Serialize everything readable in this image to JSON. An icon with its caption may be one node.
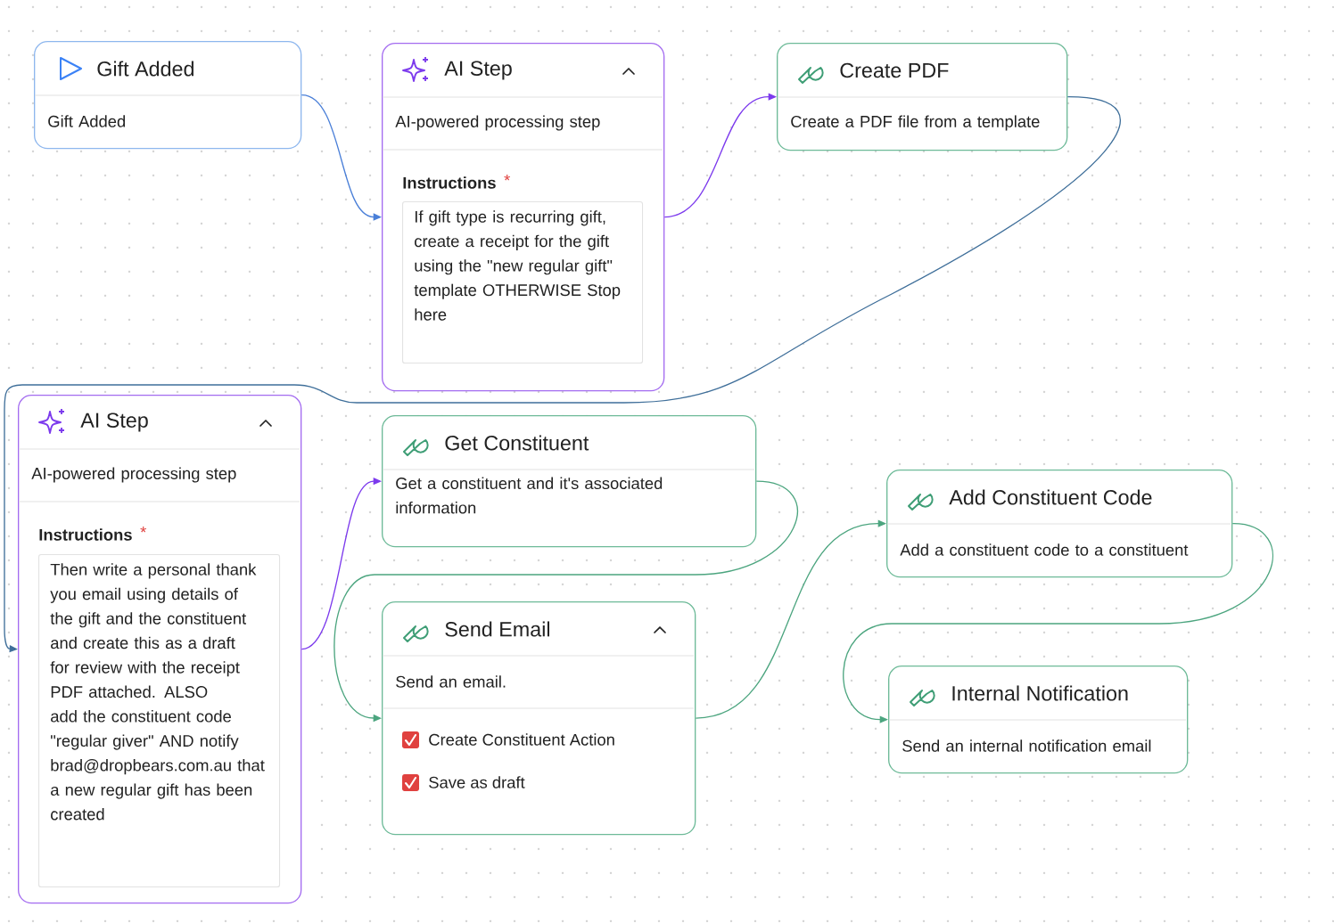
{
  "diagram": {
    "nodes": [
      {
        "text": [
          "Gift Added",
          "Gift Added"
        ]
      },
      {
        "text": [
          "AI Step",
          "AI-powered processing step",
          "Instructions",
          "*"
        ]
      },
      {
        "text": [
          "If gift type is recurring gift, create a receipt for the gift using the \"new regular gift\" template OTHERWISE Stop here"
        ],
        "in": 1
      },
      {
        "text": [
          "Create PDF",
          "Create a PDF file from a template"
        ]
      },
      {
        "text": [
          "AI Step",
          "AI-powered processing step",
          "Instructions",
          "*"
        ]
      },
      {
        "text": [
          "Then write a personal thank you email using details of the gift and the constituent and create this as a draft for review with the receipt PDF attached. ALSO add the constituent code \"regular giver\" AND notify brad@dropbears.com.au that a new regular gift has been created"
        ],
        "in": 4
      },
      {
        "text": [
          "Get Constituent",
          "Get a constituent and it's associated information"
        ]
      },
      {
        "text": [
          "Send Email",
          "Send an email.",
          "Create Constituent Action",
          "Save as draft"
        ]
      },
      {
        "text": [
          "Add Constituent Code",
          "Add a constituent code to a constituent"
        ]
      },
      {
        "text": [
          "Internal Notification",
          "Send an internal notification email"
        ]
      }
    ],
    "edges": [
      {
        "from": 0,
        "to": 1,
        "arrow": "to",
        "color": "#4a7fd8"
      },
      {
        "from": 1,
        "to": 3,
        "arrow": "to",
        "color": "#7c3aed"
      },
      {
        "from": 3,
        "to": 4,
        "arrow": "to",
        "color": "#3f6f9a"
      },
      {
        "from": 4,
        "to": 6,
        "arrow": "to",
        "color": "#7c3aed"
      },
      {
        "from": 6,
        "to": 7,
        "arrow": "to"
      },
      {
        "from": 7,
        "to": 8,
        "arrow": "to"
      },
      {
        "from": 8,
        "to": 9,
        "arrow": "to"
      }
    ]
  }
}
